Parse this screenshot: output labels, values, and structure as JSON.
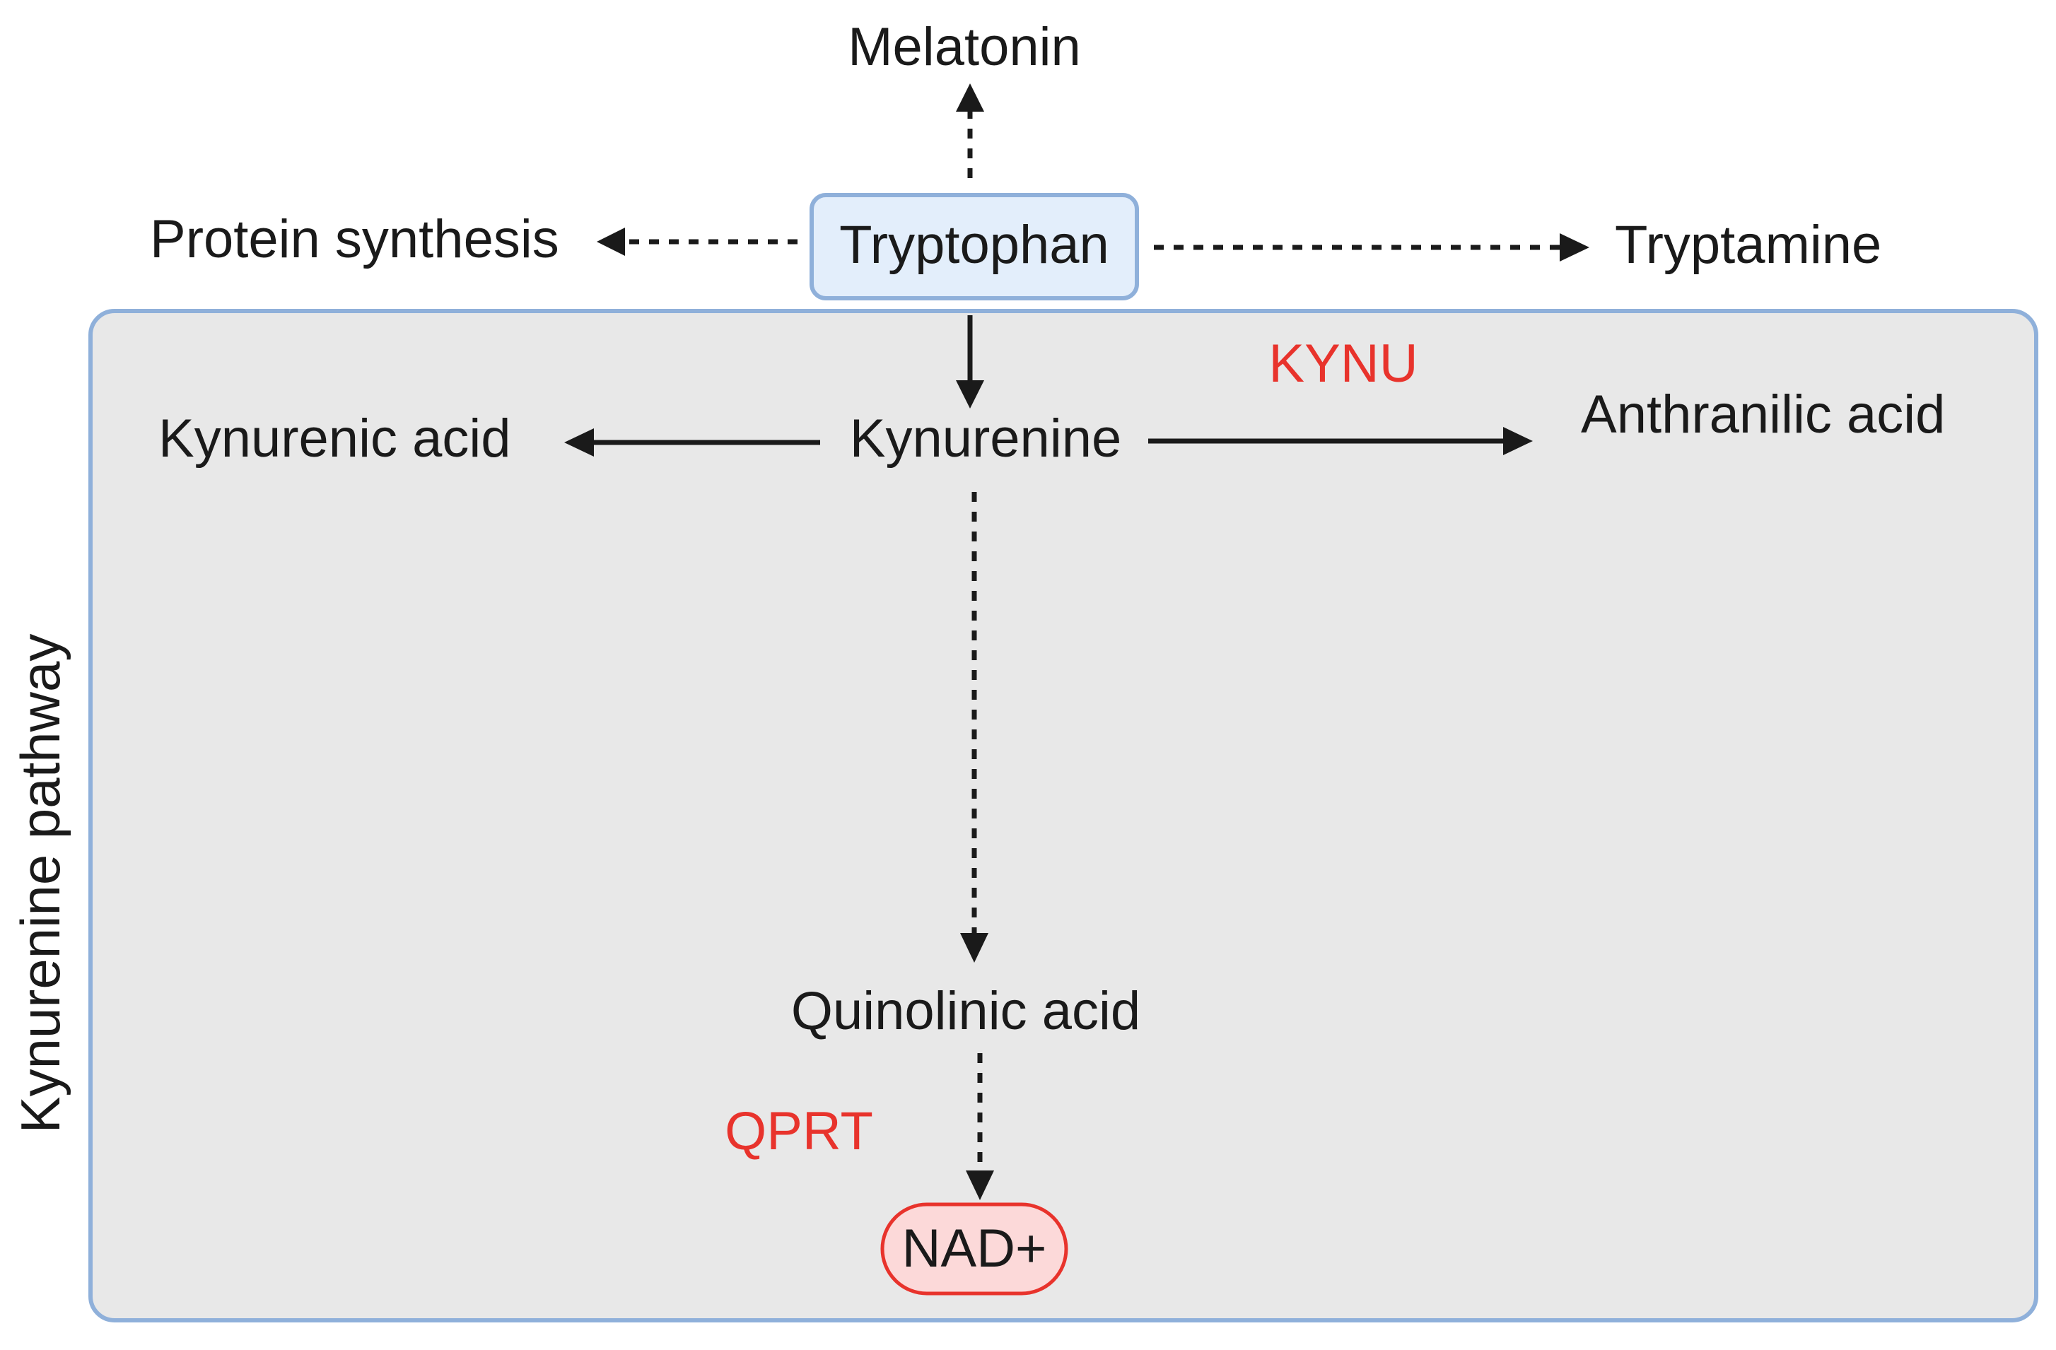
{
  "pathway_box": {
    "title": "Kynurenine pathway"
  },
  "nodes": {
    "tryptophan": "Tryptophan",
    "melatonin": "Melatonin",
    "protein_synthesis": "Protein synthesis",
    "tryptamine": "Tryptamine",
    "kynurenine": "Kynurenine",
    "kynurenic_acid": "Kynurenic acid",
    "anthranilic_acid": "Anthranilic acid",
    "quinolinic_acid": "Quinolinic acid",
    "nad": "NAD+"
  },
  "enzymes": {
    "kynu": "KYNU",
    "qprt": "QPRT"
  },
  "colors": {
    "pathway_box_fill": "#e8e8e8",
    "pathway_box_border": "#8fb0da",
    "tryptophan_fill": "#e3eefb",
    "tryptophan_border": "#8fb0da",
    "nad_fill": "#fcd9d9",
    "nad_border": "#e8332c",
    "enzyme_text": "#e8332c"
  }
}
